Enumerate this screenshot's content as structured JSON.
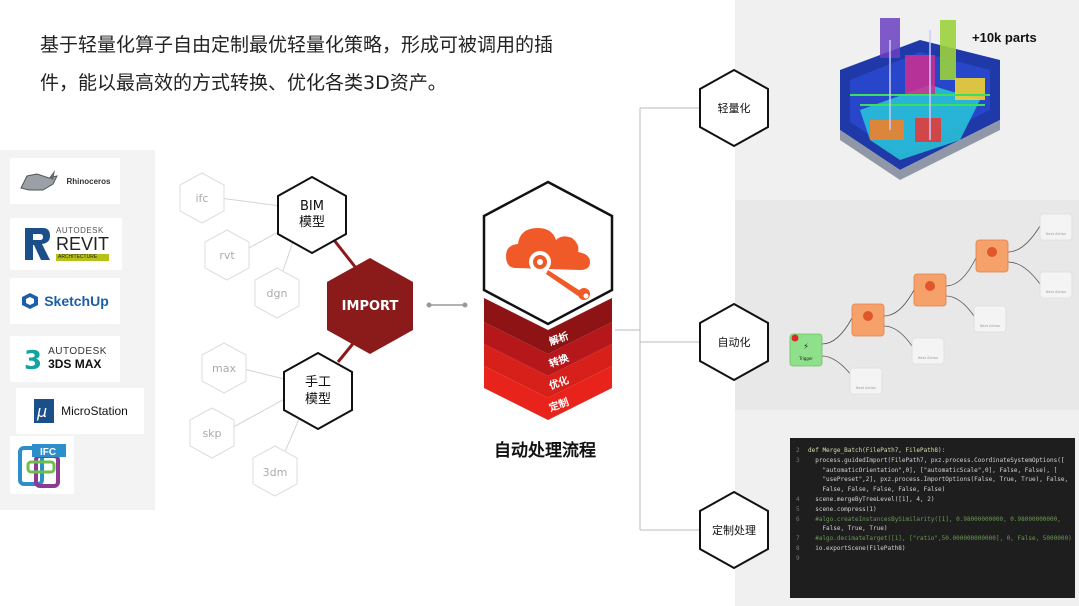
{
  "headline": {
    "line1": "基于轻量化算子自由定制最优轻量化策略，形成可被调用的插",
    "line2": "件，能以最高效的方式转换、优化各类3D资产。"
  },
  "logos": [
    {
      "id": "rhino",
      "text": "Rhinoceros"
    },
    {
      "id": "revit",
      "brand": "AUTODESK",
      "product": "REVIT",
      "sub": "ARCHITECTURE"
    },
    {
      "id": "sketchup",
      "text": "SketchUp"
    },
    {
      "id": "3dsmax",
      "brand": "AUTODESK",
      "product": "3DS MAX"
    },
    {
      "id": "microstation",
      "text": "MicroStation"
    },
    {
      "id": "ifc",
      "text": "IFC"
    }
  ],
  "formats": {
    "bim": [
      "ifc",
      "rvt",
      "dgn"
    ],
    "manual": [
      "max",
      "skp",
      "3dm"
    ]
  },
  "nodes": {
    "bim": [
      "BIM",
      "模型"
    ],
    "manual": [
      "手工",
      "模型"
    ],
    "import": "IMPORT"
  },
  "pipeline": {
    "layers": [
      "解析",
      "转换",
      "优化",
      "定制"
    ],
    "title": "自动处理流程"
  },
  "outputs": [
    "轻量化",
    "自动化",
    "定制处理"
  ],
  "parts_label": "+10k parts",
  "flow_nodes": {
    "trigger": "Trigger",
    "next_action": "Next Action"
  },
  "code": [
    {
      "n": "2",
      "t": "def Merge_Batch(FilePath7, FilePath8):"
    },
    {
      "n": "3",
      "t": "  process.guidedImport(FilePath7, pxz.process.CoordinateSystemOptions(["
    },
    {
      "n": "",
      "t": "    \"automaticOrientation\",0], [\"automaticScale\",0], False, False), ["
    },
    {
      "n": "",
      "t": "    \"usePreset\",2], pxz.process.ImportOptions(False, True, True), False,"
    },
    {
      "n": "",
      "t": "    False, False, False, False, False)"
    },
    {
      "n": "4",
      "t": "  scene.mergeByTreeLevel([1], 4, 2)"
    },
    {
      "n": "5",
      "t": "  scene.compress(1)"
    },
    {
      "n": "6",
      "t": "  #algo.createInstancesBySimilarity([1], 0.98000000000, 0.98000000000,"
    },
    {
      "n": "",
      "t": "    False, True, True)"
    },
    {
      "n": "7",
      "t": "  #algo.decimateTarget([1], [\"ratio\",50.000000000000], 0, False, 5000000)"
    },
    {
      "n": "8",
      "t": "  io.exportScene(FilePath8)"
    },
    {
      "n": "9",
      "t": ""
    }
  ],
  "colors": {
    "dark_red": "#8b1a1a",
    "red": "#d9241c",
    "orange": "#f05a28",
    "code_bg": "#1e1e1e"
  }
}
